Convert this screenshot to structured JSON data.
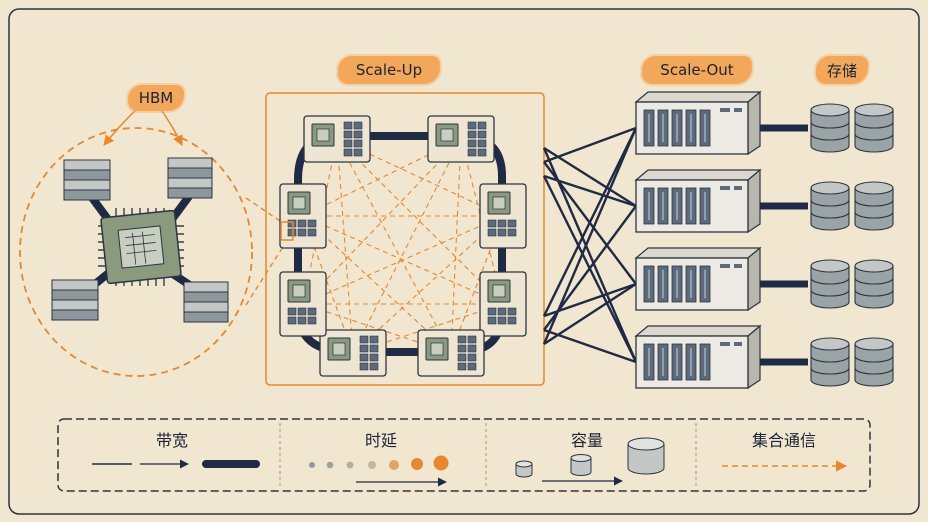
{
  "labels": {
    "hbm": "HBM",
    "scale_up": "Scale-Up",
    "scale_out": "Scale-Out",
    "storage": "存储"
  },
  "legend": {
    "bandwidth": "带宽",
    "latency": "时延",
    "capacity": "容量",
    "collective": "集合通信"
  },
  "colors": {
    "background": "#f1e6cf",
    "accent_orange": "#e8872d",
    "highlight": "#f3a75a",
    "link_navy": "#1f2a44",
    "board": "#eee6d3",
    "chip": "#8a9a7e",
    "memory": "#5b6b7c"
  }
}
